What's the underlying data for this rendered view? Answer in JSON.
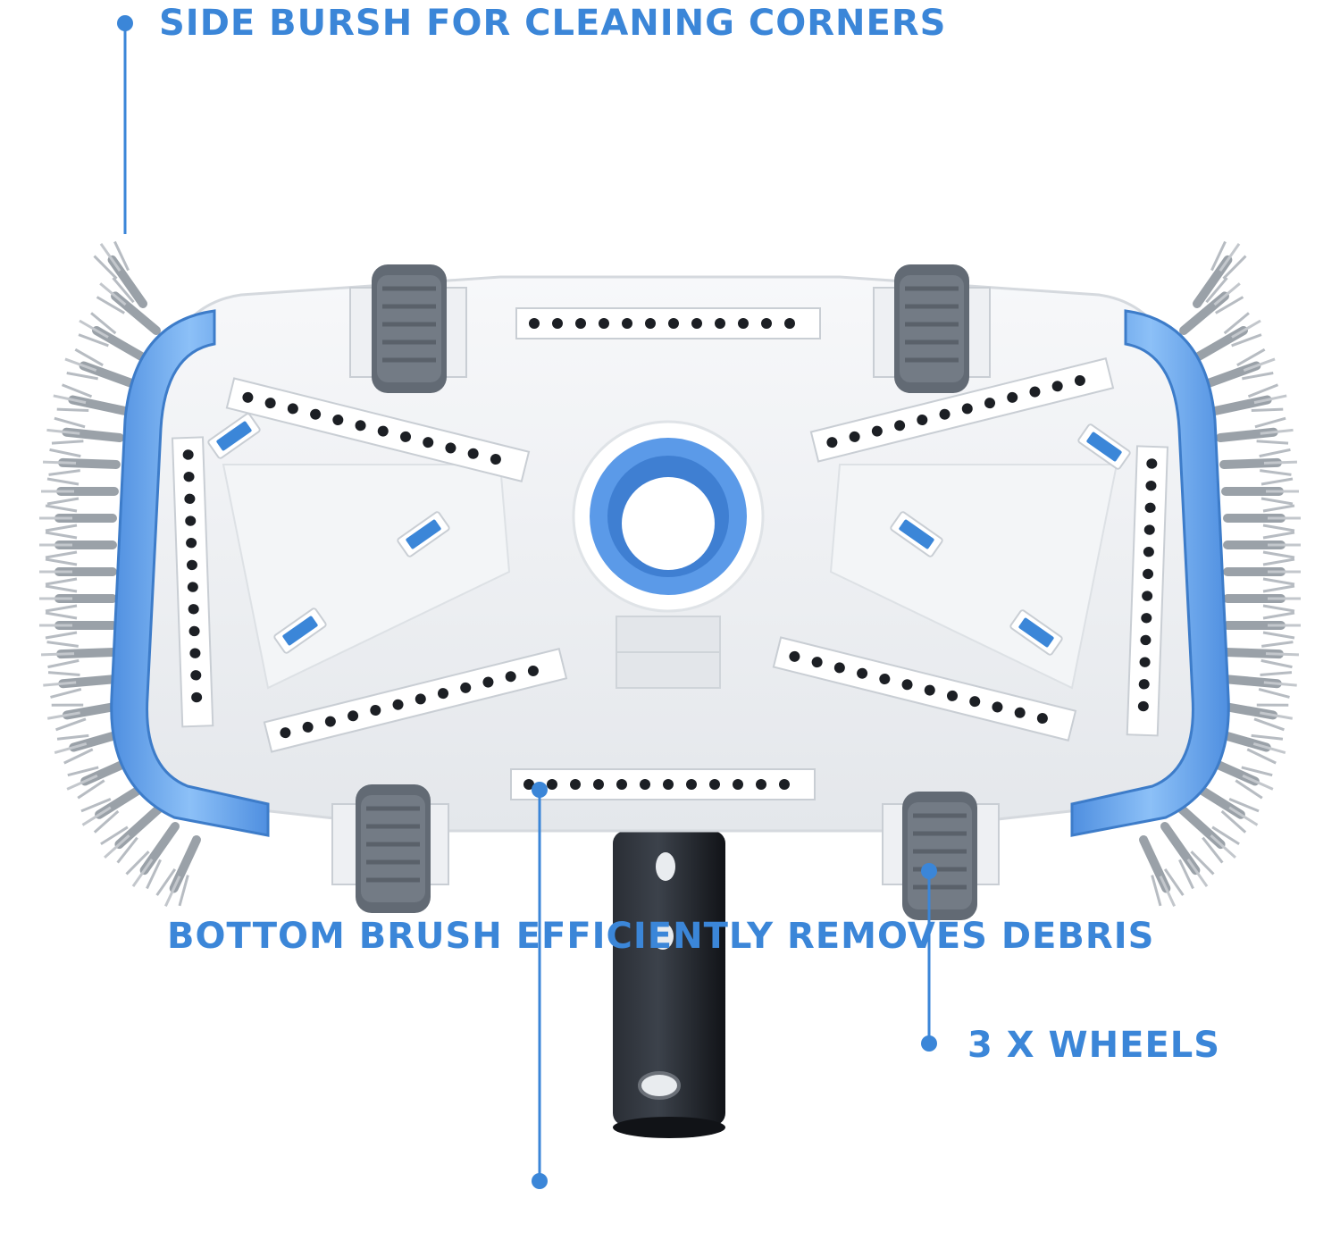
{
  "callouts": {
    "side_brush": "SIDE BURSH FOR CLEANING CORNERS",
    "wheels": "3 X WHEELS",
    "bottom_brush": "BOTTOM BRUSH EFFICIENTLY REMOVES DEBRIS"
  },
  "colors": {
    "accent": "#3b86d8",
    "body_white": "#eef0f3",
    "rail_blue": "#6aa8ee",
    "wheel_grey": "#626a74",
    "bristle_grey": "#9aa1a8",
    "handle_black": "#1c1f24"
  }
}
